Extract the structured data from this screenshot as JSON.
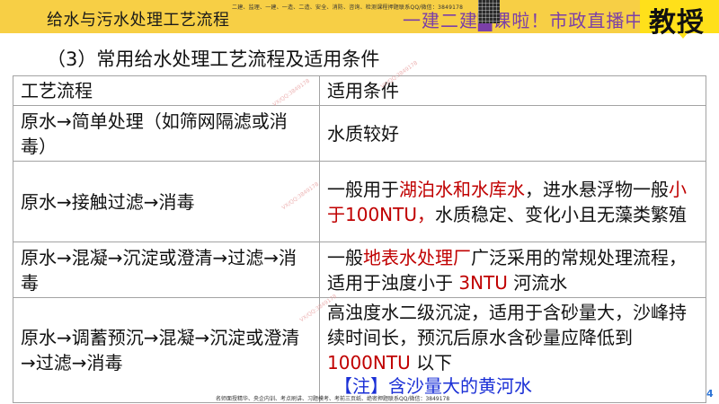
{
  "header": {
    "title": "给水与污水处理工艺流程",
    "promo_small": "二建、监理、一建、一造、二造、安全、消防、咨询、检测课程押题联系QQ/微信：3849178",
    "live_banner": "一建二建▇课啦！市政直播中",
    "badge": "教授",
    "colors": {
      "bar": "#f7cf45",
      "badge": "#ffe01a",
      "live_text": "#7b3fa8"
    }
  },
  "section": {
    "heading": "（3）常用给水处理工艺流程及适用条件"
  },
  "table": {
    "columns": [
      "工艺流程",
      "适用条件"
    ],
    "rows": [
      {
        "process": "原水→简单处理（如筛网隔滤或消毒）",
        "condition": "水质较好"
      },
      {
        "process": "原水→接触过滤→消毒",
        "condition_parts": [
          {
            "text": "一般用于",
            "color": "#111111"
          },
          {
            "text": "湖泊水和水库水",
            "color": "#c00000"
          },
          {
            "text": "，进水悬浮物一般",
            "color": "#111111"
          },
          {
            "text": "小于100NTU，",
            "color": "#c00000"
          },
          {
            "text": "水质稳定、变化小且无藻类繁殖",
            "color": "#111111"
          }
        ]
      },
      {
        "process": "原水→混凝→沉淀或澄清→过滤→消毒",
        "process_color": "#c00000",
        "condition_parts": [
          {
            "text": "一般",
            "color": "#111111"
          },
          {
            "text": "地表水处理厂",
            "color": "#c00000"
          },
          {
            "text": "广泛采用的常规处理流程，适用于浊度小于 ",
            "color": "#111111"
          },
          {
            "text": "3NTU",
            "color": "#c00000"
          },
          {
            "text": " 河流水",
            "color": "#111111"
          }
        ]
      },
      {
        "process": "原水→调蓄预沉→混凝→沉淀或澄清→过滤→消毒",
        "condition_parts": [
          {
            "text": "高浊度水二级沉淀，适用于含砂量大，沙峰持续时间长，预沉后原水含砂量应降低到 ",
            "color": "#111111"
          },
          {
            "text": "1000NTU",
            "color": "#c00000"
          },
          {
            "text": " 以下",
            "color": "#111111"
          }
        ],
        "note": "【注】含沙量大的黄河水",
        "note_color": "#1a2fd6"
      }
    ]
  },
  "footer": {
    "promo_small": "名师面授精华、央企内训、考点刷讲、习题模考、考前三页纸、绝密押题联系QQ/微信：3849178",
    "page_number": "4"
  },
  "watermark": "VX/QQ:3849178"
}
